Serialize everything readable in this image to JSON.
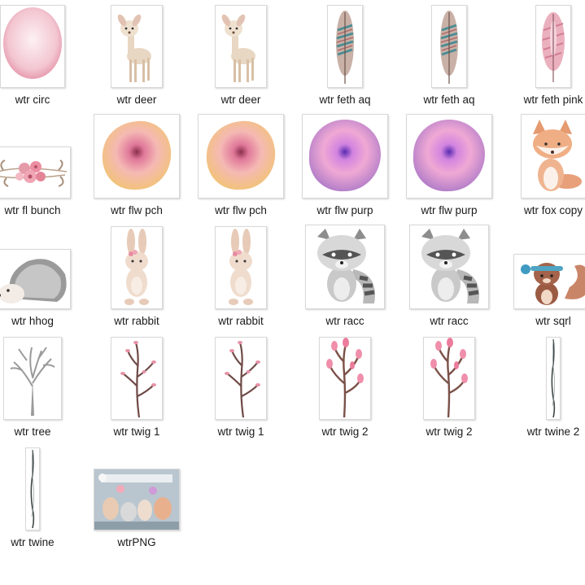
{
  "files": [
    {
      "name": "wtr circ",
      "icon": "pink-watercolor-circle-icon"
    },
    {
      "name": "wtr deer",
      "icon": "deer-icon"
    },
    {
      "name": "wtr deer",
      "icon": "deer-icon"
    },
    {
      "name": "wtr feth aq",
      "icon": "feather-aqua-icon"
    },
    {
      "name": "wtr feth aq",
      "icon": "feather-aqua-icon"
    },
    {
      "name": "wtr feth pink",
      "icon": "feather-pink-icon"
    },
    {
      "name": "wtr fl bunch",
      "icon": "flower-bunch-icon"
    },
    {
      "name": "wtr flw pch",
      "icon": "peach-flower-icon"
    },
    {
      "name": "wtr flw pch",
      "icon": "peach-flower-icon"
    },
    {
      "name": "wtr flw purp",
      "icon": "purple-flower-icon"
    },
    {
      "name": "wtr flw purp",
      "icon": "purple-flower-icon"
    },
    {
      "name": "wtr fox copy",
      "icon": "fox-icon"
    },
    {
      "name": "wtr hhog",
      "icon": "hedgehog-icon"
    },
    {
      "name": "wtr rabbit",
      "icon": "rabbit-icon"
    },
    {
      "name": "wtr rabbit",
      "icon": "rabbit-icon"
    },
    {
      "name": "wtr racc",
      "icon": "raccoon-icon"
    },
    {
      "name": "wtr racc",
      "icon": "raccoon-icon"
    },
    {
      "name": "wtr sqrl",
      "icon": "squirrel-icon"
    },
    {
      "name": "wtr tree",
      "icon": "tree-icon"
    },
    {
      "name": "wtr twig 1",
      "icon": "twig-icon"
    },
    {
      "name": "wtr twig 1",
      "icon": "twig-icon"
    },
    {
      "name": "wtr twig 2",
      "icon": "twig-pink-icon"
    },
    {
      "name": "wtr twig 2",
      "icon": "twig-pink-icon"
    },
    {
      "name": "wtr twine 2",
      "icon": "twine-icon"
    },
    {
      "name": "wtr twine",
      "icon": "twine-icon"
    },
    {
      "name": "wtrPNG",
      "icon": "collage-preview-icon"
    }
  ]
}
